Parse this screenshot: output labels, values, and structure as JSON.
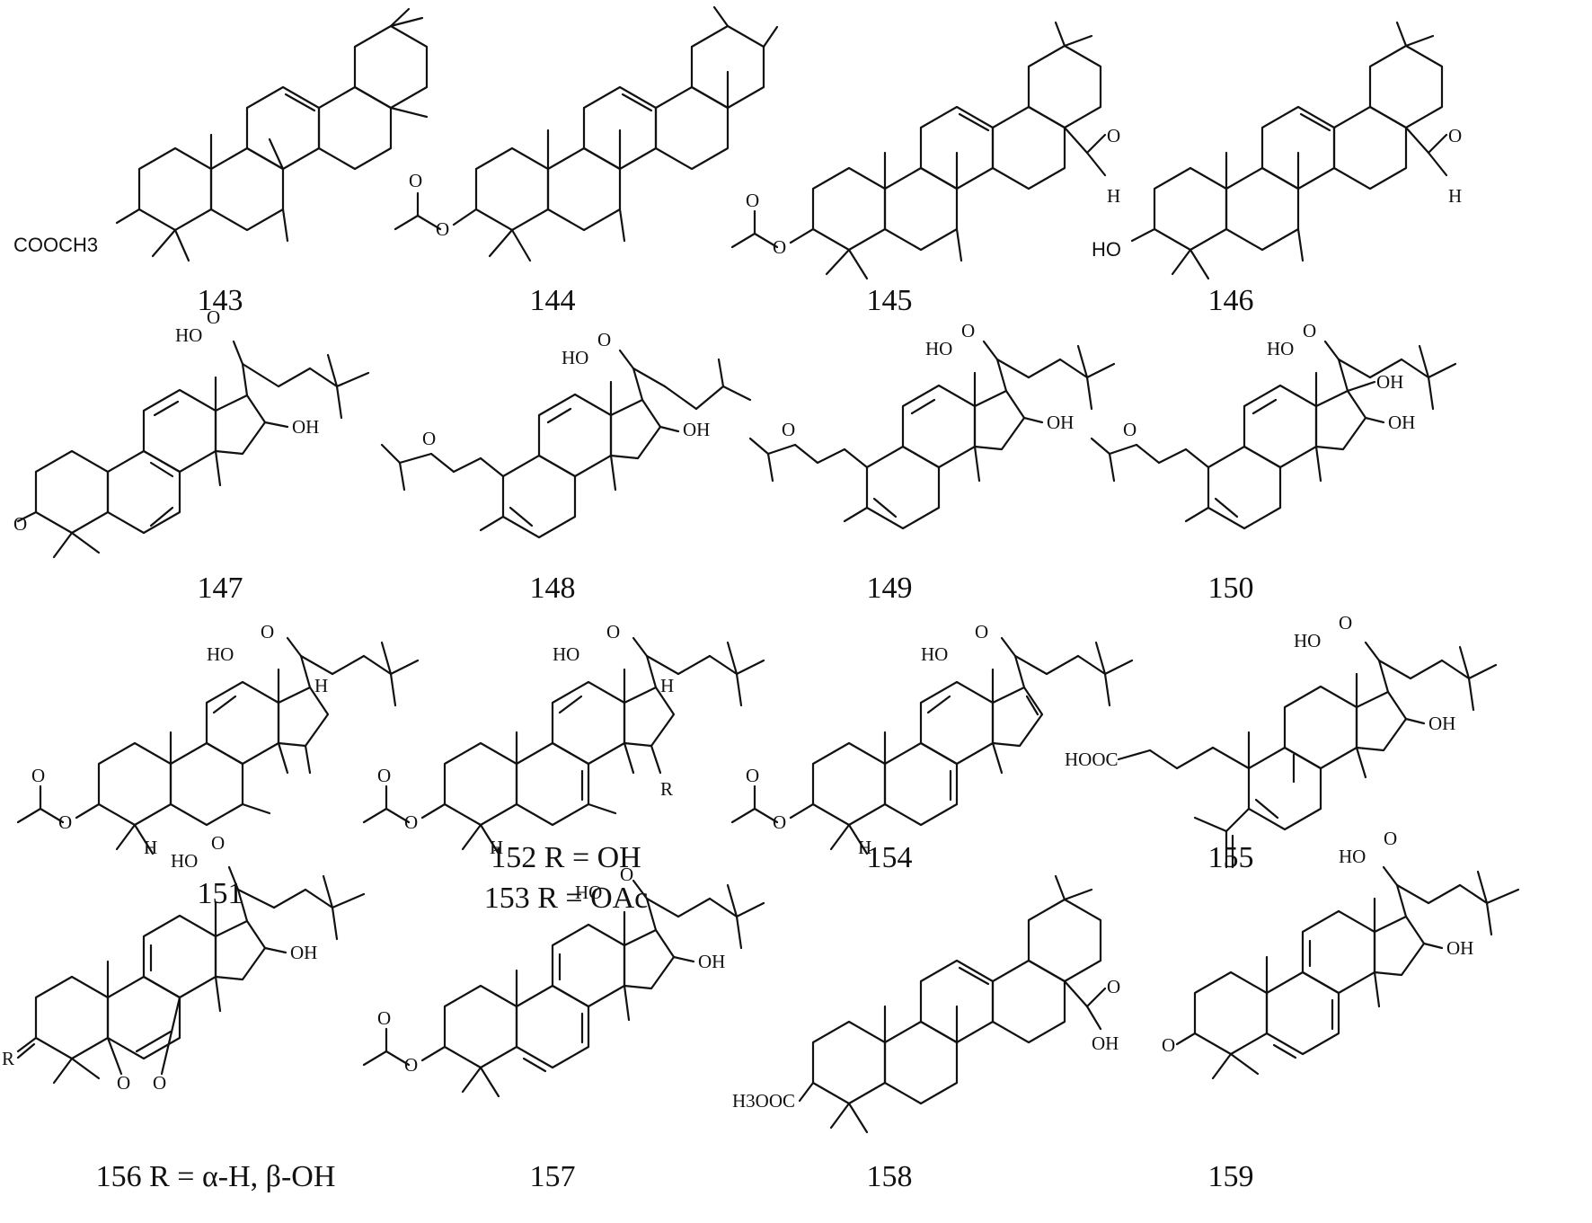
{
  "compounds": [
    {
      "label": "143",
      "atoms": [
        "COOCH3"
      ]
    },
    {
      "label": "144",
      "atoms": [
        "O",
        "O"
      ]
    },
    {
      "label": "145",
      "atoms": [
        "O",
        "O",
        "O",
        "H"
      ]
    },
    {
      "label": "146",
      "atoms": [
        "HO",
        "O",
        "H"
      ]
    },
    {
      "label": "147",
      "atoms": [
        "HO",
        "O",
        "OH",
        "O"
      ]
    },
    {
      "label": "148",
      "atoms": [
        "HO",
        "O",
        "OH",
        "O"
      ]
    },
    {
      "label": "149",
      "atoms": [
        "HO",
        "O",
        "OH",
        "O"
      ]
    },
    {
      "label": "150",
      "atoms": [
        "HO",
        "O",
        "OH",
        "OH",
        "O"
      ]
    },
    {
      "label": "151",
      "atoms": [
        "HO",
        "O",
        "H",
        "O",
        "O",
        "H"
      ]
    },
    {
      "label": "152 R = OH",
      "label2": "153 R = OAc",
      "atoms": [
        "HO",
        "O",
        "H",
        "R",
        "O",
        "O",
        "H"
      ]
    },
    {
      "label": "154",
      "atoms": [
        "HO",
        "O",
        "O",
        "O",
        "H"
      ]
    },
    {
      "label": "155",
      "atoms": [
        "HO",
        "O",
        "OH",
        "HOOC"
      ]
    },
    {
      "label": "156 R = α-H, β-OH",
      "atoms": [
        "HO",
        "O",
        "OH",
        "R",
        "O",
        "O"
      ]
    },
    {
      "label": "157",
      "atoms": [
        "HO",
        "O",
        "OH",
        "O",
        "O"
      ]
    },
    {
      "label": "158",
      "atoms": [
        "O",
        "OH",
        "H3OOC"
      ]
    },
    {
      "label": "159",
      "atoms": [
        "HO",
        "O",
        "OH",
        "O"
      ]
    }
  ]
}
